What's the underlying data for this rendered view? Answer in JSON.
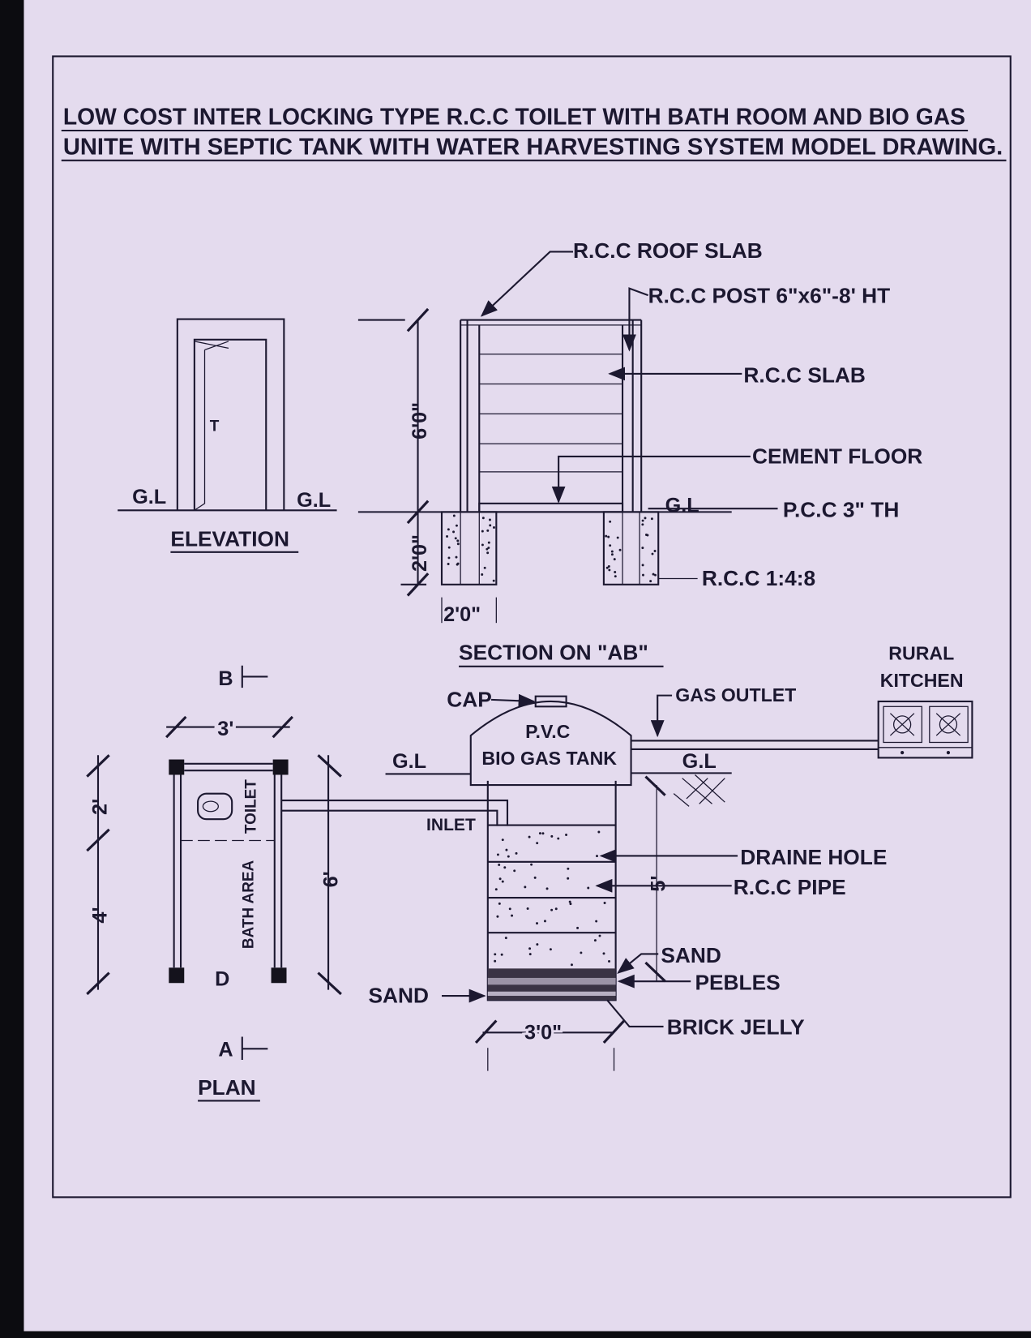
{
  "title": {
    "line1": "LOW COST INTER LOCKING TYPE  R.C.C TOILET WITH BATH ROOM AND BIO GAS",
    "line2": "UNITE WITH  SEPTIC TANK WITH  WATER HARVESTING SYSTEM MODEL  DRAWING."
  },
  "elevation": {
    "gl_left": "G.L",
    "gl_right": "G.L",
    "door_mark": "T",
    "caption": "ELEVATION"
  },
  "section": {
    "roof_slab": "R.C.C ROOF SLAB",
    "post": "R.C.C POST 6\"x6\"-8' HT",
    "slab": "R.C.C SLAB",
    "cement_floor": "CEMENT FLOOR",
    "gl": "G.L",
    "pcc": "P.C.C 3\" TH",
    "rcc_mix": "R.C.C 1:4:8",
    "dim_height": "6'0\"",
    "dim_footing_depth": "2'0\"",
    "dim_footing_width": "2'0\"",
    "caption": "SECTION ON \"AB\""
  },
  "plan": {
    "mark_b": "B",
    "mark_a": "A",
    "mark_d": "D",
    "dim_width": "3'",
    "dim_toilet": "2'",
    "dim_bath": "4'",
    "dim_total": "6'",
    "toilet_label": "TOILET",
    "bath_label": "BATH AREA",
    "caption": "PLAN"
  },
  "biogas": {
    "cap": "CAP",
    "tank_line1": "P.V.C",
    "tank_line2": "BIO GAS TANK",
    "gl_left": "G.L",
    "gl_right": "G.L",
    "gas_outlet": "GAS OUTLET",
    "kitchen_line1": "RURAL",
    "kitchen_line2": "KITCHEN",
    "inlet": "INLET",
    "drain_hole": "DRAINE HOLE",
    "rcc_pipe": "R.C.C PIPE",
    "dim_depth": "5'",
    "sand_right": "SAND",
    "pebbles": "PEBLES",
    "sand_left": "SAND",
    "brick_jelly": "BRICK JELLY",
    "dim_width": "3'0\""
  }
}
